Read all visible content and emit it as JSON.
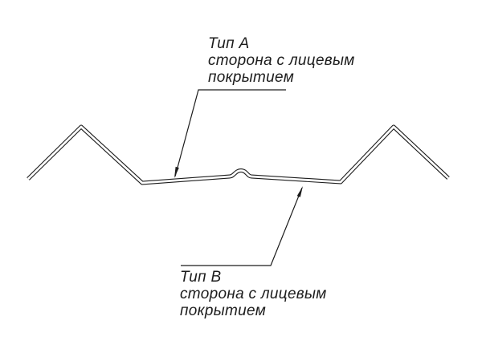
{
  "diagram": {
    "background": "#ffffff",
    "line_color": "#1c1c1c",
    "label_a": {
      "title": "Тип A",
      "line1": "сторона с лицевым",
      "line2": "покрытием"
    },
    "label_b": {
      "title": "Тип B",
      "line1": "сторона с лицевым",
      "line2": "покрытием"
    }
  }
}
